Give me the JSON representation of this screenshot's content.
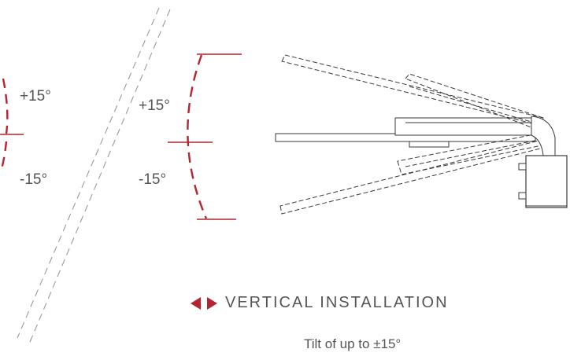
{
  "labels": {
    "left_plus": "+15°",
    "left_minus": "-15°",
    "right_plus": "+15°",
    "right_minus": "-15°"
  },
  "caption": {
    "title": "VERTICAL  INSTALLATION",
    "subtitle": "Tilt of up to ±15°"
  },
  "icons": {
    "caption_icon": "left-right-arrows-icon"
  },
  "colors": {
    "accent": "#b5242f",
    "line": "#3a3a3a",
    "text": "#555555",
    "guide": "#9a9a9a"
  }
}
